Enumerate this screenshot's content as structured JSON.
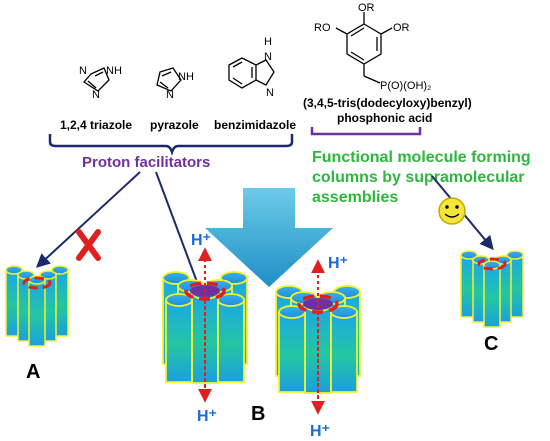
{
  "molecules": [
    {
      "name": "1,2,4 triazole",
      "atoms": [
        "N",
        "N",
        "NH"
      ]
    },
    {
      "name": "pyrazole",
      "atoms": [
        "N",
        "NH"
      ]
    },
    {
      "name": "benzimidazole",
      "atoms": [
        "H",
        "N",
        "N"
      ]
    }
  ],
  "phosphonic": {
    "or_top": "OR",
    "or_left": "RO",
    "or_right": "OR",
    "group": "P(O)(OH)₂",
    "name_line1": "(3,4,5-tris(dodecyloxy)benzyl)",
    "name_line2": "phosphonic acid"
  },
  "labels": {
    "proton_facilitators": "Proton facilitators",
    "functional_line1": "Functional molecule forming",
    "functional_line2": "columns by supramolecular",
    "functional_line3": "assemblies",
    "hplus": "H⁺",
    "A": "A",
    "B": "B",
    "C": "C"
  },
  "colors": {
    "purple": "#7030a0",
    "green": "#2db83d",
    "navy": "#1a2a6c",
    "red": "#e02020",
    "cyan_arrow": "#29a8d8"
  },
  "icons": [
    "cross-mark-icon",
    "smiley-face-icon"
  ]
}
